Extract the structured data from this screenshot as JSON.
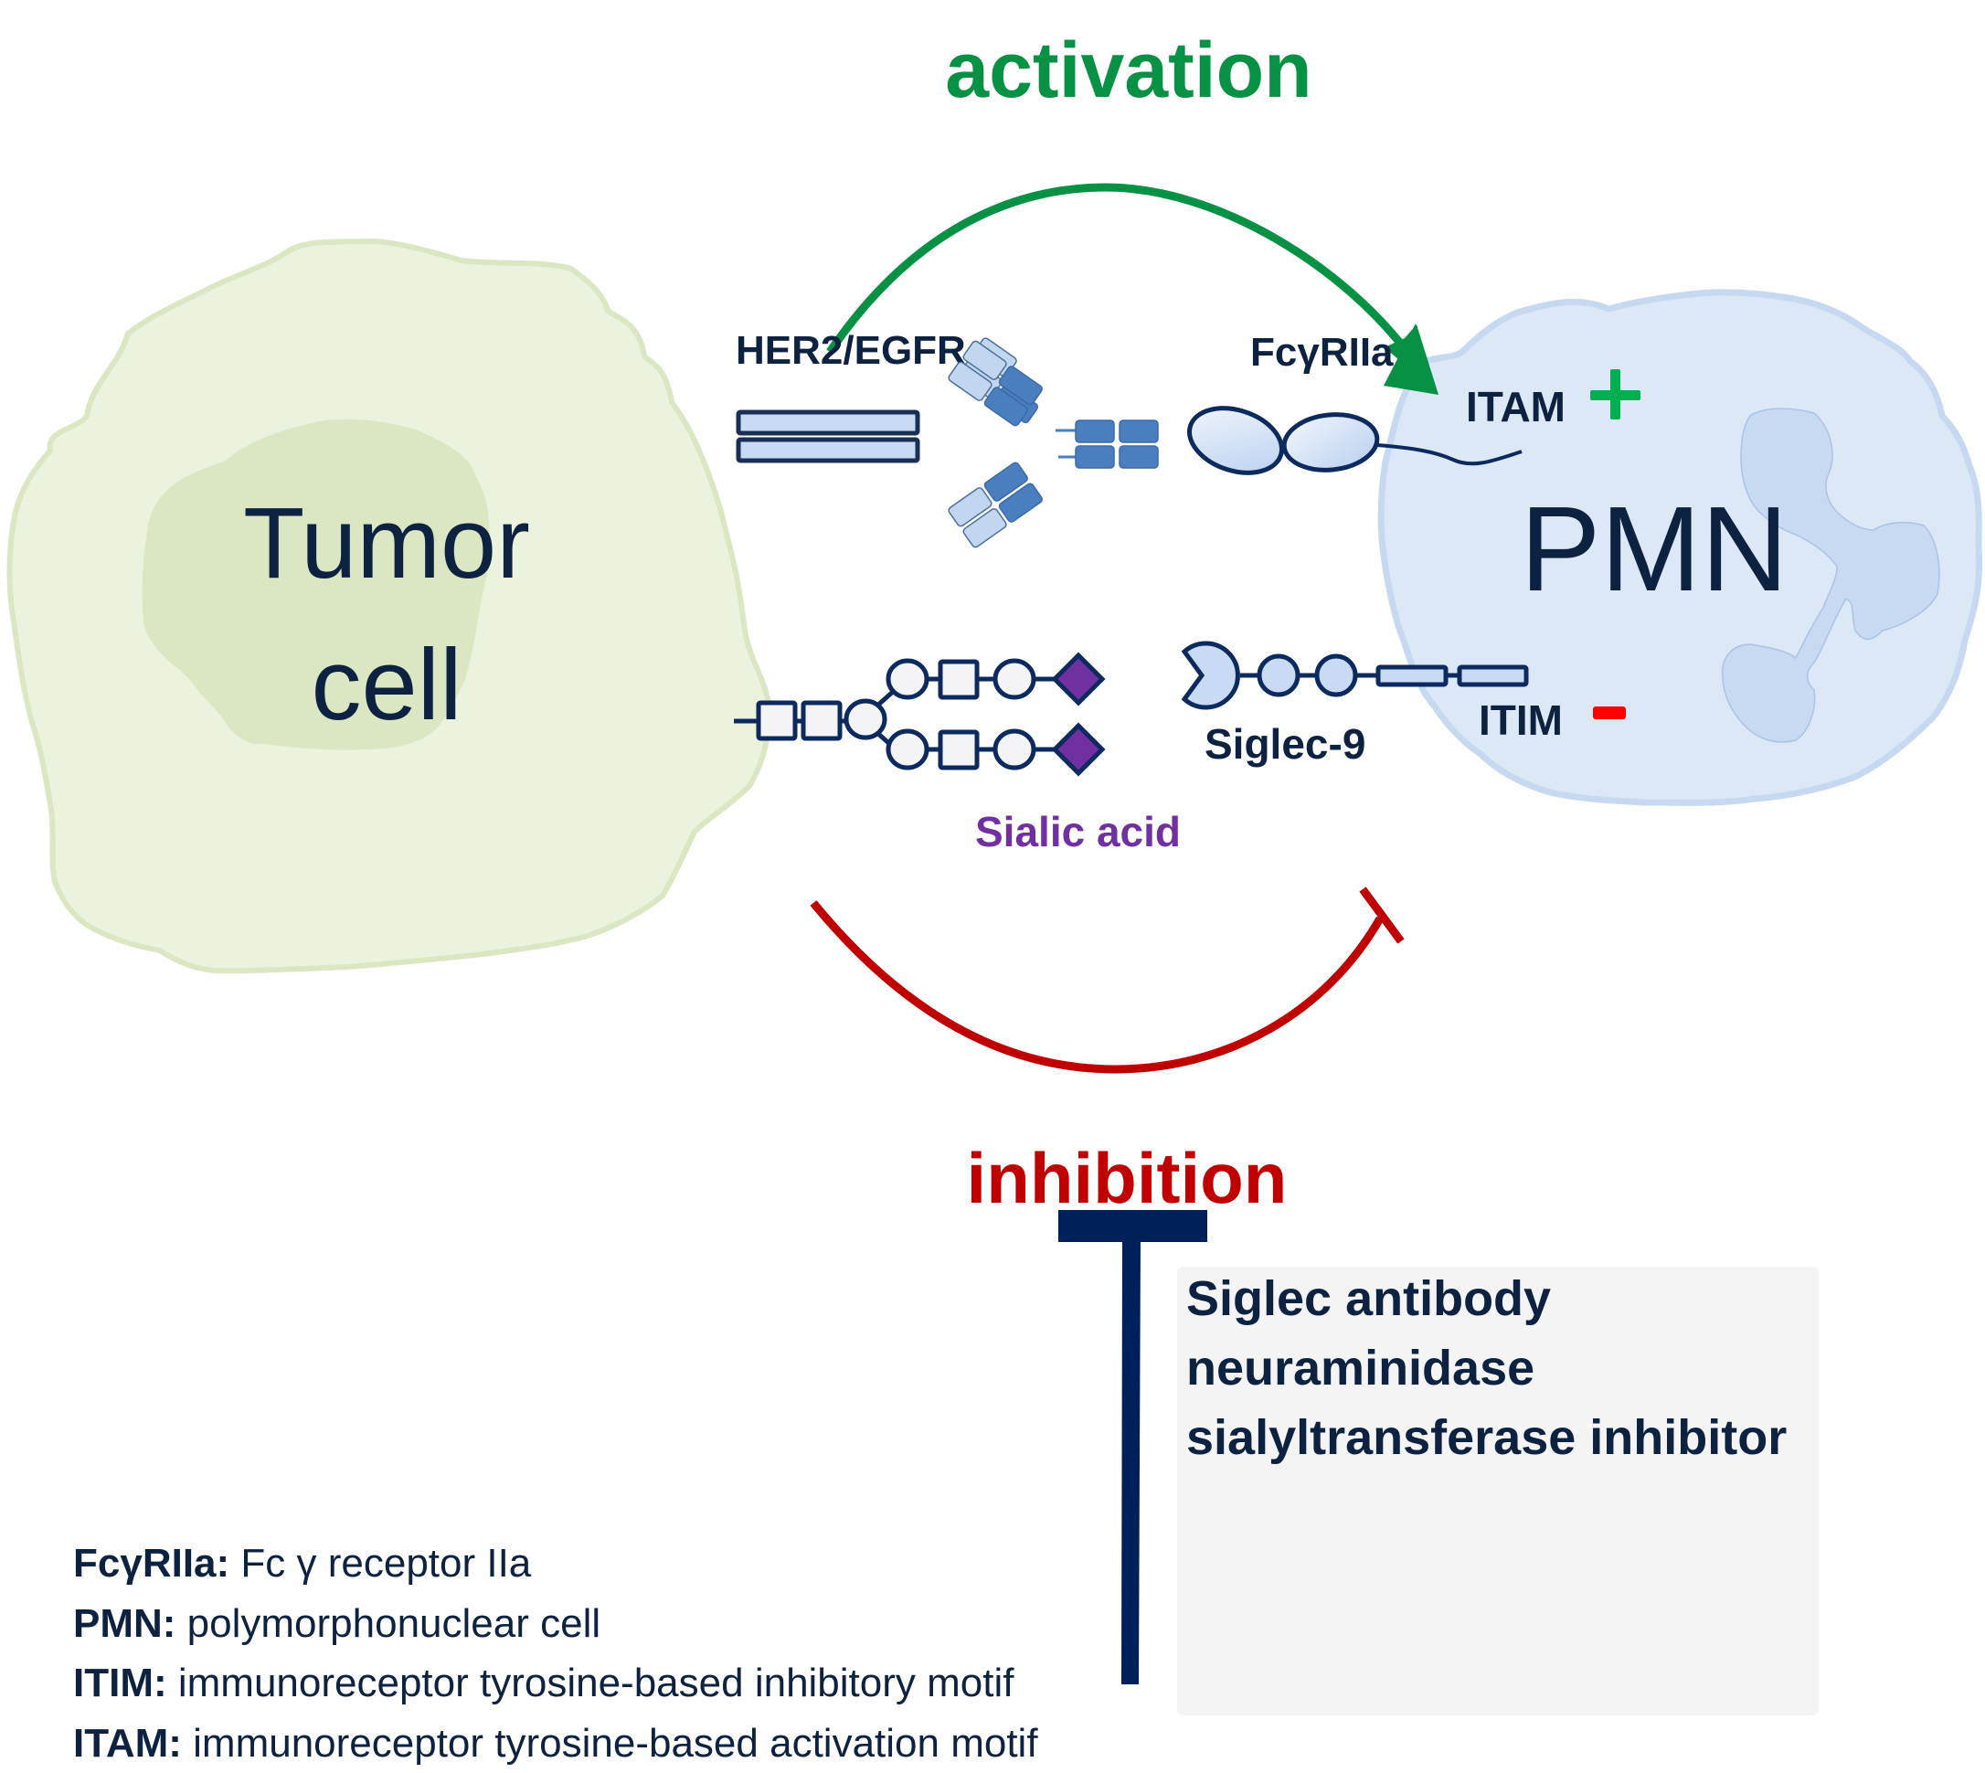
{
  "labels": {
    "activation": "activation",
    "inhibition": "inhibition",
    "tumor_line1": "Tumor",
    "tumor_line2": "cell",
    "pmn": "PMN",
    "her2_egfr": "HER2/EGFR",
    "fcgr": "FcγRIIa",
    "itam": "ITAM",
    "itim": "ITIM",
    "siglec9": "Siglec-9",
    "sialic_acid": "Sialic acid",
    "itam_sign": "+",
    "itim_sign": "−"
  },
  "therapies": {
    "items": [
      "Siglec antibody",
      "neuraminidase",
      "sialyltransferase inhibitor"
    ]
  },
  "legend": {
    "items": [
      {
        "term": "FcγRIIa:",
        "definition": " Fc γ receptor IIa"
      },
      {
        "term": "PMN:",
        "definition": " polymorphonuclear cell"
      },
      {
        "term": "ITIM:",
        "definition": " immunoreceptor tyrosine-based inhibitory motif"
      },
      {
        "term": "ITAM:",
        "definition": " immunoreceptor tyrosine-based activation motif"
      }
    ]
  },
  "colors": {
    "activation": "#079145",
    "inhibition": "#c00000",
    "sialic_acid": "#7030a0",
    "plus": "#00b050",
    "minus": "#ff0000",
    "text_dark": "#0d2240",
    "tumor_fill": "#ebf3df",
    "tumor_border": "#dae7c2",
    "nucleus_fill": "#dbe6c3",
    "pmn_fill": "#dde8f6",
    "pmn_border": "#c7d9f0",
    "receptor_fill": "#c9daf4",
    "antibody_dark": "#4a7ebf",
    "antibody_light": "#c2d6ef",
    "inhibitor_bar": "#00205b"
  }
}
